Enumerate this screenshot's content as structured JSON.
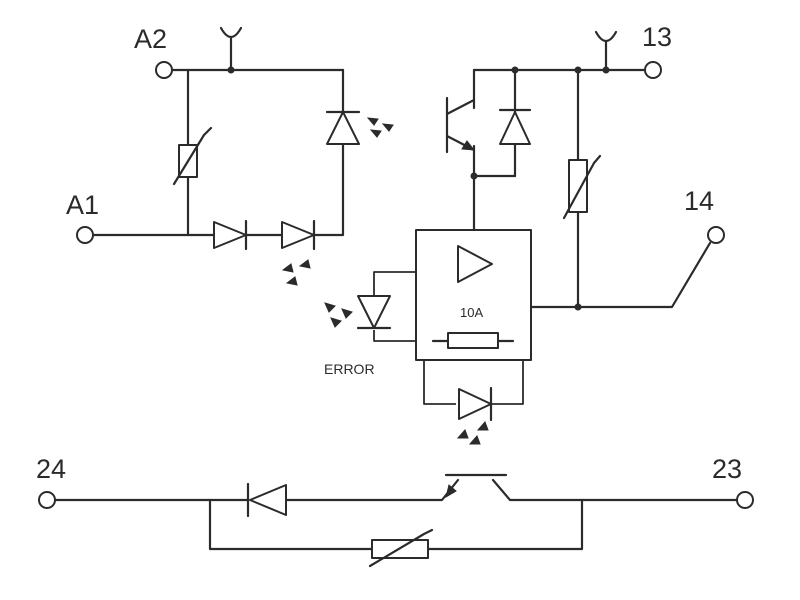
{
  "terminals": {
    "a1": "A1",
    "a2": "A2",
    "t13": "13",
    "t14": "14",
    "t23": "23",
    "t24": "24"
  },
  "module": {
    "fuse_rating": "10A"
  },
  "indicators": {
    "error_label": "ERROR"
  }
}
